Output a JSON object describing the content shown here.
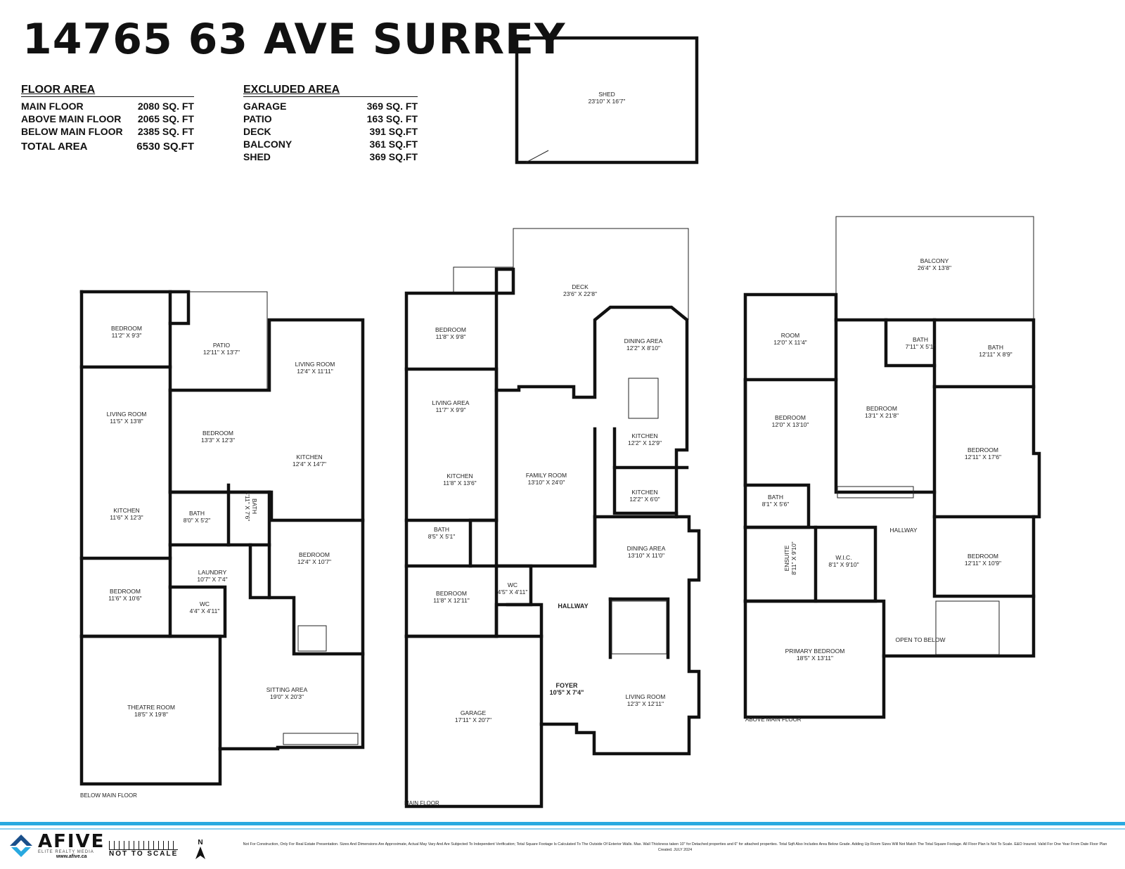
{
  "title": "14765 63 AVE SURREY",
  "floor_area": {
    "heading": "FLOOR AREA",
    "rows": [
      {
        "label": "MAIN FLOOR",
        "value": "2080 SQ. FT"
      },
      {
        "label": "ABOVE MAIN FLOOR",
        "value": "2065 SQ. FT"
      },
      {
        "label": "BELOW MAIN FLOOR",
        "value": "2385 SQ. FT"
      }
    ],
    "total": {
      "label": "TOTAL AREA",
      "value": "6530 SQ.FT"
    }
  },
  "excluded_area": {
    "heading": "EXCLUDED AREA",
    "rows": [
      {
        "label": "GARAGE",
        "value": "369 SQ. FT"
      },
      {
        "label": "PATIO",
        "value": "163 SQ. FT"
      },
      {
        "label": "DECK",
        "value": "391 SQ.FT"
      },
      {
        "label": "BALCONY",
        "value": "361 SQ.FT"
      },
      {
        "label": "SHED",
        "value": "369 SQ.FT"
      }
    ]
  },
  "shed": {
    "name": "SHED",
    "dim": "23'10\" X 16'7\""
  },
  "below_floor": {
    "label": "BELOW MAIN FLOOR",
    "rooms": [
      {
        "name": "BEDROOM",
        "dim": "11'2\" X 9'3\""
      },
      {
        "name": "PATIO",
        "dim": "12'11\" X 13'7\""
      },
      {
        "name": "LIVING ROOM",
        "dim": "11'5\" X 13'8\""
      },
      {
        "name": "BEDROOM",
        "dim": "13'3\" X 12'3\""
      },
      {
        "name": "LIVING ROOM",
        "dim": "12'4\" X 11'11\""
      },
      {
        "name": "KITCHEN",
        "dim": "12'4\" X 14'7\""
      },
      {
        "name": "KITCHEN",
        "dim": "11'6\" X 12'3\""
      },
      {
        "name": "BATH",
        "dim": "8'0\" X 5'2\""
      },
      {
        "name": "BATH",
        "dim": "4'11\" X 7'6\""
      },
      {
        "name": "BEDROOM",
        "dim": "12'4\" X 10'7\""
      },
      {
        "name": "LAUNDRY",
        "dim": "10'7\" X 7'4\""
      },
      {
        "name": "BEDROOM",
        "dim": "11'6\" X 10'6\""
      },
      {
        "name": "WC",
        "dim": "4'4\" X 4'11\""
      },
      {
        "name": "THEATRE ROOM",
        "dim": "18'5\" X 19'8\""
      },
      {
        "name": "SITTING AREA",
        "dim": "19'0\" X 20'3\""
      }
    ]
  },
  "main_floor": {
    "label": "MAIN FLOOR",
    "rooms": [
      {
        "name": "DECK",
        "dim": "23'6\" X 22'8\""
      },
      {
        "name": "BEDROOM",
        "dim": "11'8\" X 9'8\""
      },
      {
        "name": "DINING AREA",
        "dim": "12'2\" X 8'10\""
      },
      {
        "name": "LIVING AREA",
        "dim": "11'7\" X 9'9\""
      },
      {
        "name": "FAMILY ROOM",
        "dim": "13'10\" X 24'0\""
      },
      {
        "name": "KITCHEN",
        "dim": "12'2\" X 12'9\""
      },
      {
        "name": "KITCHEN",
        "dim": "11'8\" X 13'6\""
      },
      {
        "name": "KITCHEN",
        "dim": "12'2\" X 6'0\""
      },
      {
        "name": "BATH",
        "dim": "8'5\" X 5'1\""
      },
      {
        "name": "DINING AREA",
        "dim": "13'10\" X 11'0\""
      },
      {
        "name": "WC",
        "dim": "4'5\" X 4'11\""
      },
      {
        "name": "BEDROOM",
        "dim": "11'8\" X 12'11\""
      },
      {
        "name": "HALLWAY",
        "dim": ""
      },
      {
        "name": "GARAGE",
        "dim": "17'11\" X 20'7\""
      },
      {
        "name": "FOYER",
        "dim": "10'5\" X 7'4\""
      },
      {
        "name": "LIVING ROOM",
        "dim": "12'3\" X 12'11\""
      }
    ]
  },
  "above_floor": {
    "label": "ABOVE MAIN FLOOR",
    "rooms": [
      {
        "name": "BALCONY",
        "dim": "26'4\" X 13'8\""
      },
      {
        "name": "ROOM",
        "dim": "12'0\" X 11'4\""
      },
      {
        "name": "BATH",
        "dim": "7'11\" X 5'1\""
      },
      {
        "name": "BATH",
        "dim": "12'11\" X 8'9\""
      },
      {
        "name": "BEDROOM",
        "dim": "13'1\" X 21'8\""
      },
      {
        "name": "BEDROOM",
        "dim": "12'0\" X 13'10\""
      },
      {
        "name": "BEDROOM",
        "dim": "12'11\" X 17'6\""
      },
      {
        "name": "BATH",
        "dim": "8'1\" X 5'6\""
      },
      {
        "name": "HALLWAY",
        "dim": ""
      },
      {
        "name": "ENSUITE",
        "dim": "8'11\" X 9'10\""
      },
      {
        "name": "W.I.C.",
        "dim": "8'1\" X 9'10\""
      },
      {
        "name": "BEDROOM",
        "dim": "12'11\" X 10'9\""
      },
      {
        "name": "PRIMARY BEDROOM",
        "dim": "18'5\" X 13'11\""
      },
      {
        "name": "OPEN TO BELOW",
        "dim": ""
      }
    ]
  },
  "footer": {
    "brand": "AFIVE",
    "brand_sub": "ELITE REALTY MEDIA",
    "website": "www.afive.ca",
    "scale_text": "NOT TO SCALE",
    "north": "N",
    "disclaimer": "Not For Construction, Only For Real Estate Presentation. Sizes And Dimensions Are Approximate, Actual May Vary And Are Subjected To Independent Verification; Total Square Footage Is Calculated To The Outside Of Exterior Walls. Max. Wall Thickness taken 10\" for Detached properties and 6\" for attached properties. Total Sqft Also Includes Area Below Grade. Adding Up Room Sizes Will Not Match The Total Square Footage. All Floor Plan Is Not To Scale. E&O Insured. Valid For One Year From Date Floor Plan Created. JULY 2024"
  }
}
